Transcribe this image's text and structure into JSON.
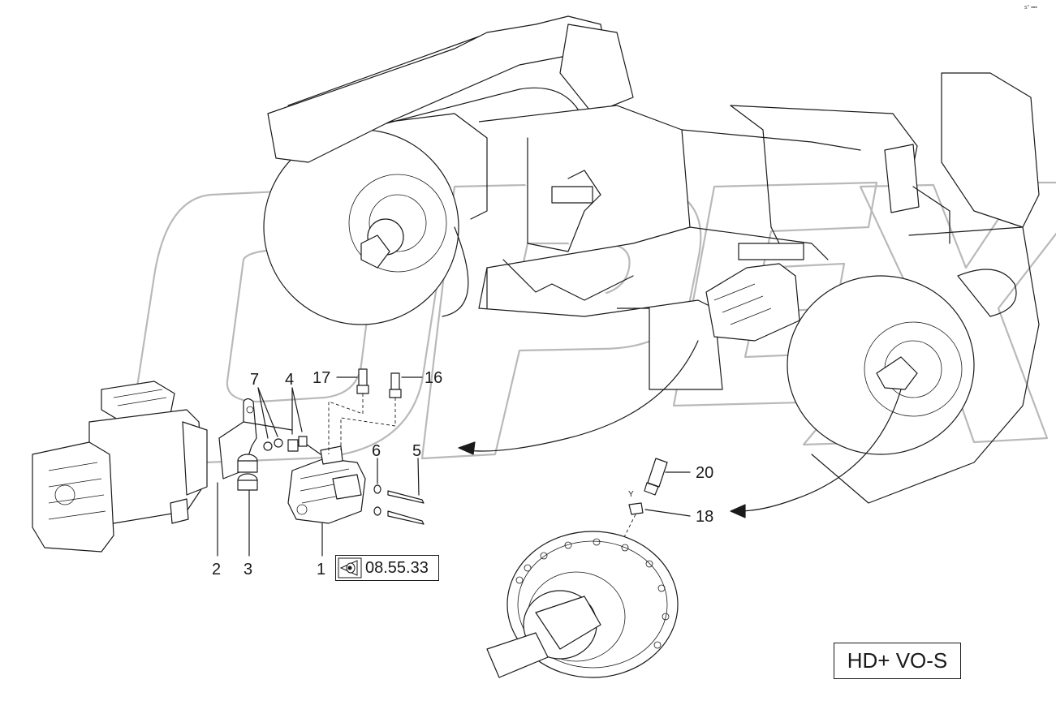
{
  "callouts": [
    {
      "id": "17",
      "label": "17"
    },
    {
      "id": "16",
      "label": "16"
    },
    {
      "id": "7",
      "label": "7"
    },
    {
      "id": "4",
      "label": "4"
    },
    {
      "id": "6",
      "label": "6"
    },
    {
      "id": "5",
      "label": "5"
    },
    {
      "id": "20",
      "label": "20"
    },
    {
      "id": "18",
      "label": "18"
    },
    {
      "id": "2",
      "label": "2"
    },
    {
      "id": "3",
      "label": "3"
    },
    {
      "id": "1",
      "label": "1"
    }
  ],
  "reference": {
    "page": "08.55.33",
    "icon": "eye-view-icon"
  },
  "variant_label": "HD+ VO-S",
  "port_label": "Y",
  "watermark": "OPEX",
  "corner_mark": "s° ▪▪▪"
}
